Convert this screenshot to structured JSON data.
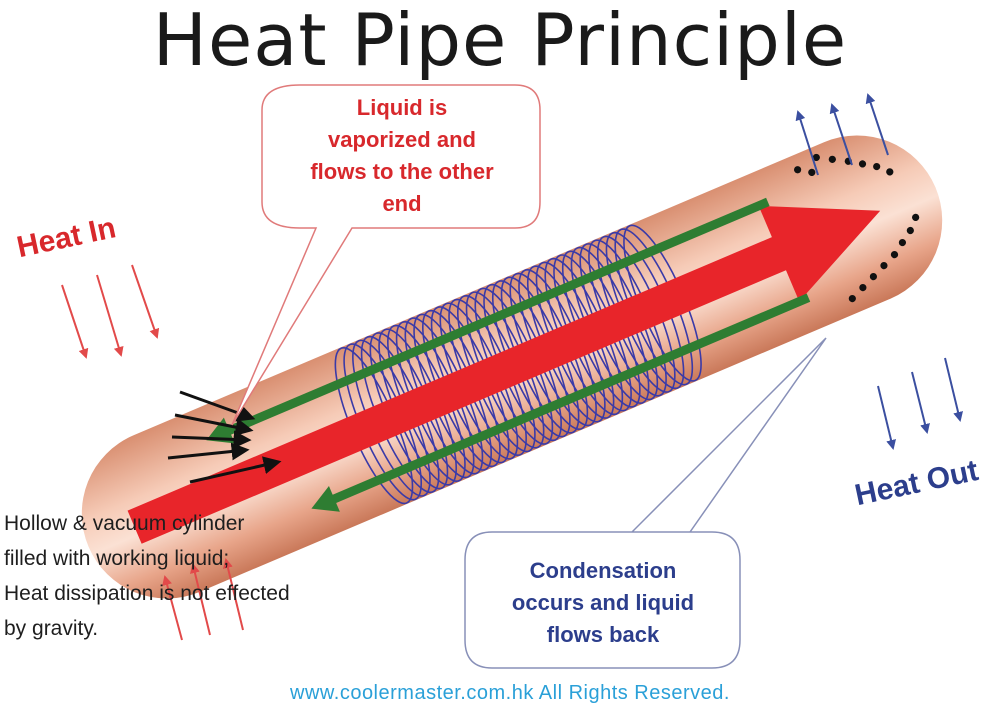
{
  "title": "Heat Pipe Principle",
  "labels": {
    "heat_in": "Heat In",
    "heat_out": "Heat Out"
  },
  "callouts": {
    "vaporize": [
      "Liquid is",
      "vaporized and",
      "flows to the other",
      "end"
    ],
    "condense": [
      "Condensation",
      "occurs and liquid",
      "flows back"
    ]
  },
  "note": [
    "Hollow & vacuum cylinder",
    "filled with working liquid;",
    "Heat dissipation is not effected",
    "by gravity."
  ],
  "footer": "www.coolermaster.com.hk  All Rights Reserved.",
  "colors": {
    "pipe": "#e9a98c",
    "vapor_arrow": "#e8252a",
    "return_arrow": "#2e7d32",
    "coil": "#3a3aa8",
    "heat_in": "#d8282c",
    "heat_out": "#2c3e8c",
    "footer": "#2aa0d8"
  },
  "icons": [
    "heat-in-arrow-icon",
    "heat-out-arrow-icon",
    "vapor-arrow-icon",
    "return-arrow-icon",
    "coil-icon",
    "droplet-icon"
  ]
}
